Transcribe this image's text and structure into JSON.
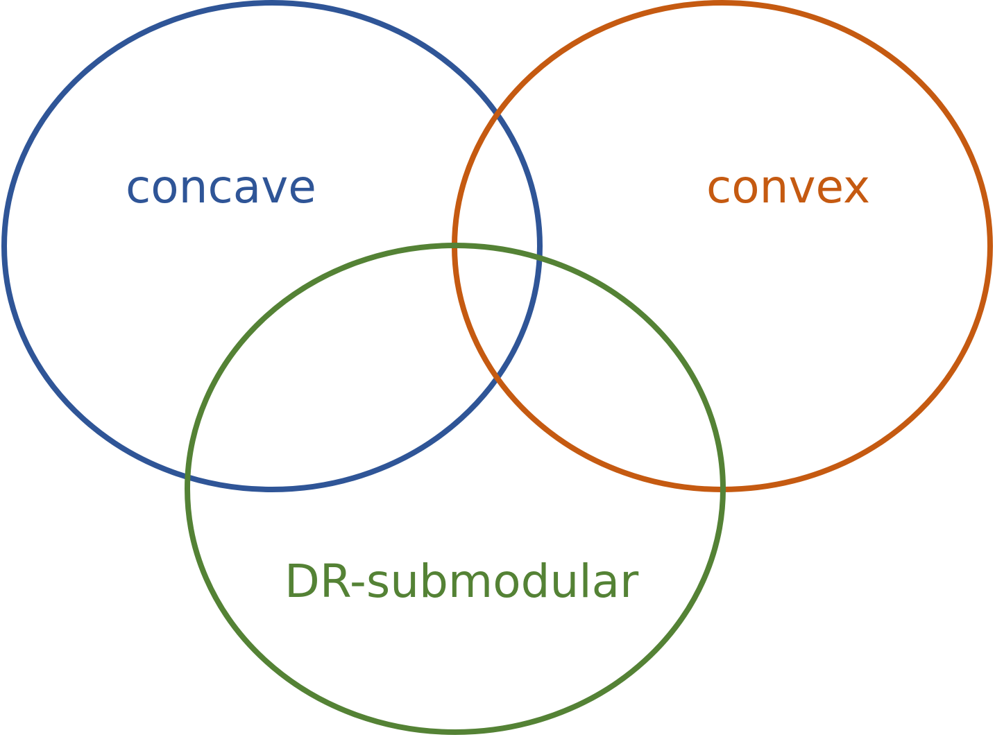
{
  "diagram": {
    "type": "venn",
    "sets": [
      {
        "id": "concave",
        "label": "concave",
        "color": "#2F5597"
      },
      {
        "id": "convex",
        "label": "convex",
        "color": "#C55A11"
      },
      {
        "id": "dr-submodular",
        "label": "DR-submodular",
        "color": "#548235"
      }
    ]
  }
}
